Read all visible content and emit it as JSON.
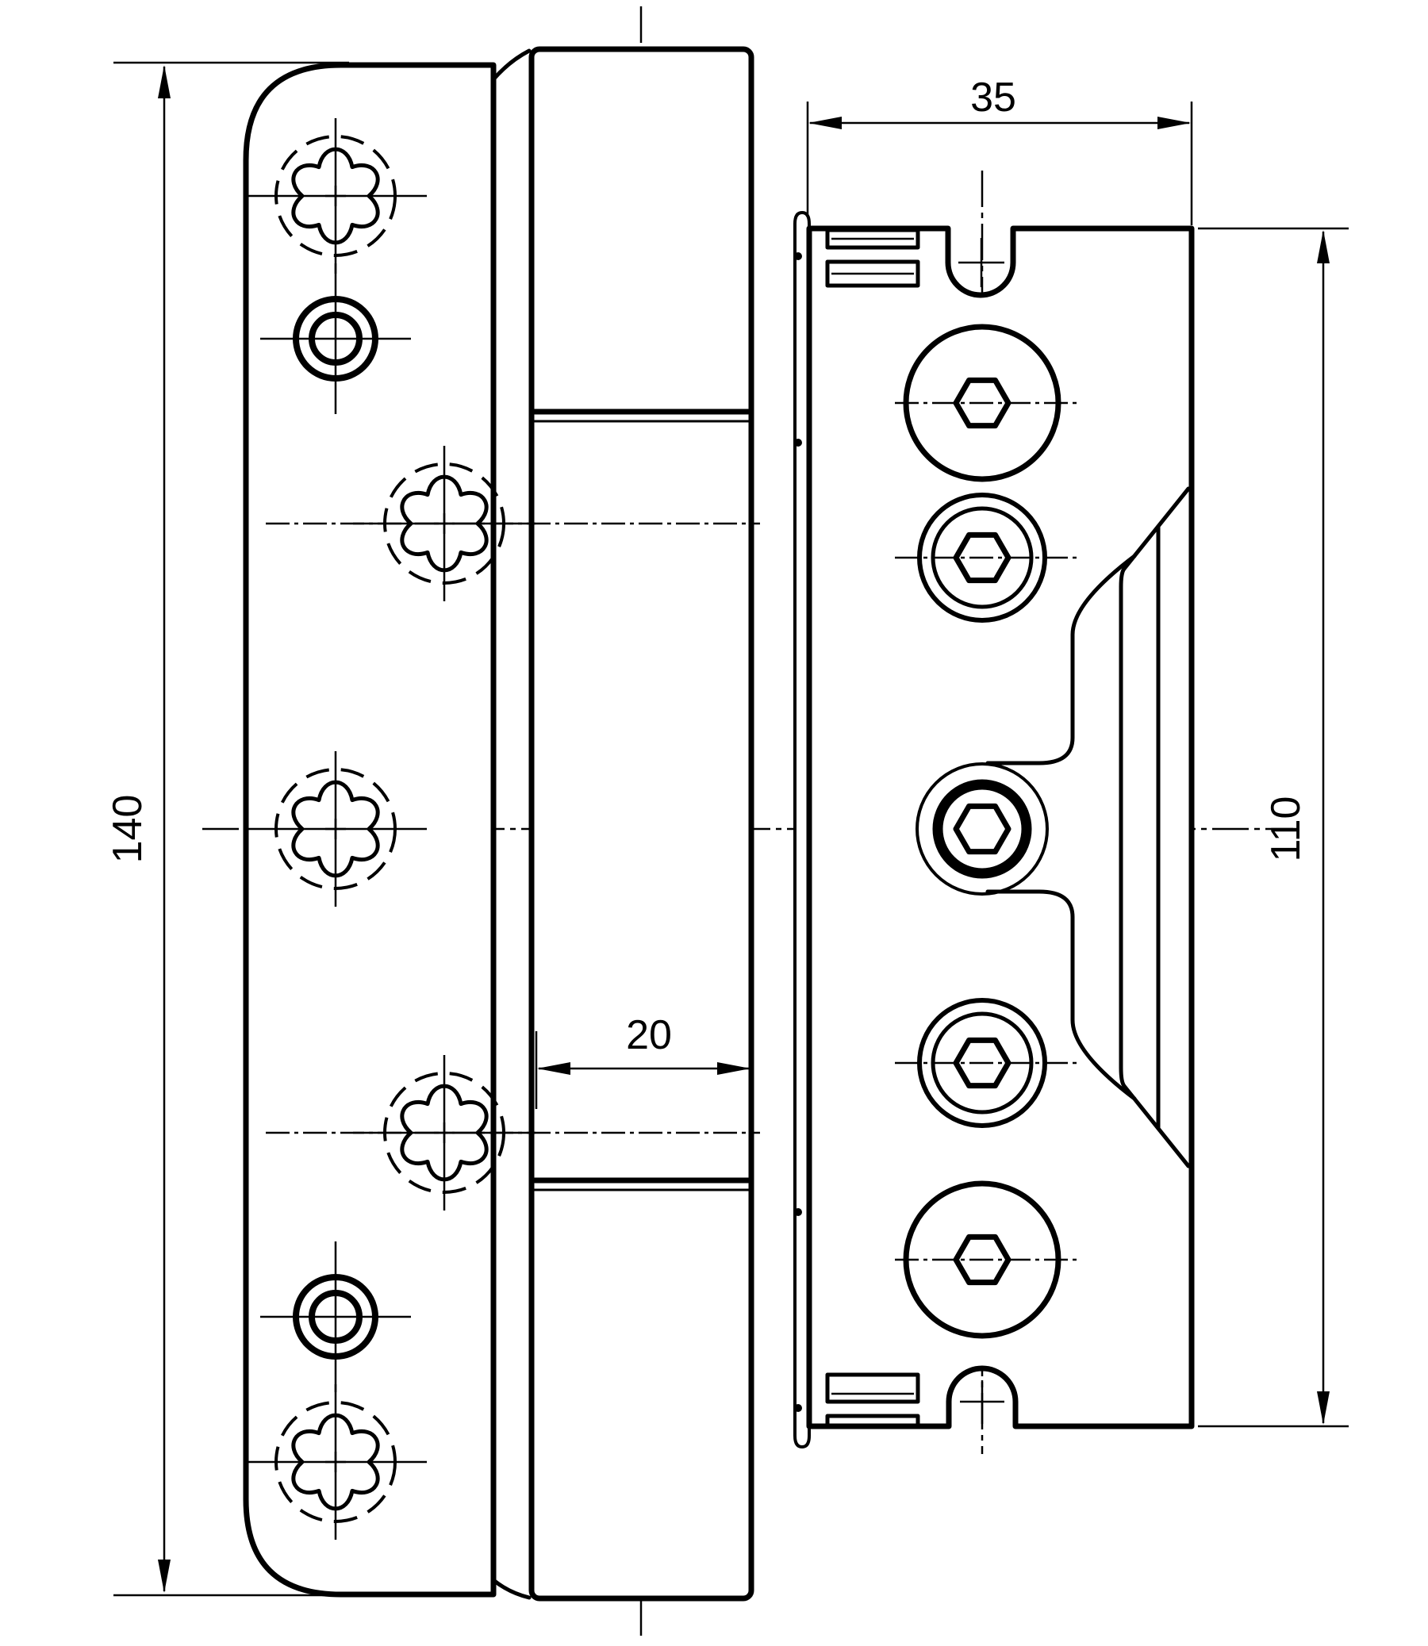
{
  "page": {
    "background": "#ffffff",
    "line_color": "#000000"
  },
  "drawing": {
    "type": "technical-drawing",
    "subject": "rebate door hinge, two orthographic views (leaf with barrel, frame part)",
    "dimensions": {
      "leaf_height": "140",
      "frame_plate_width": "35",
      "barrel_width": "20",
      "frame_plate_height": "110"
    }
  }
}
